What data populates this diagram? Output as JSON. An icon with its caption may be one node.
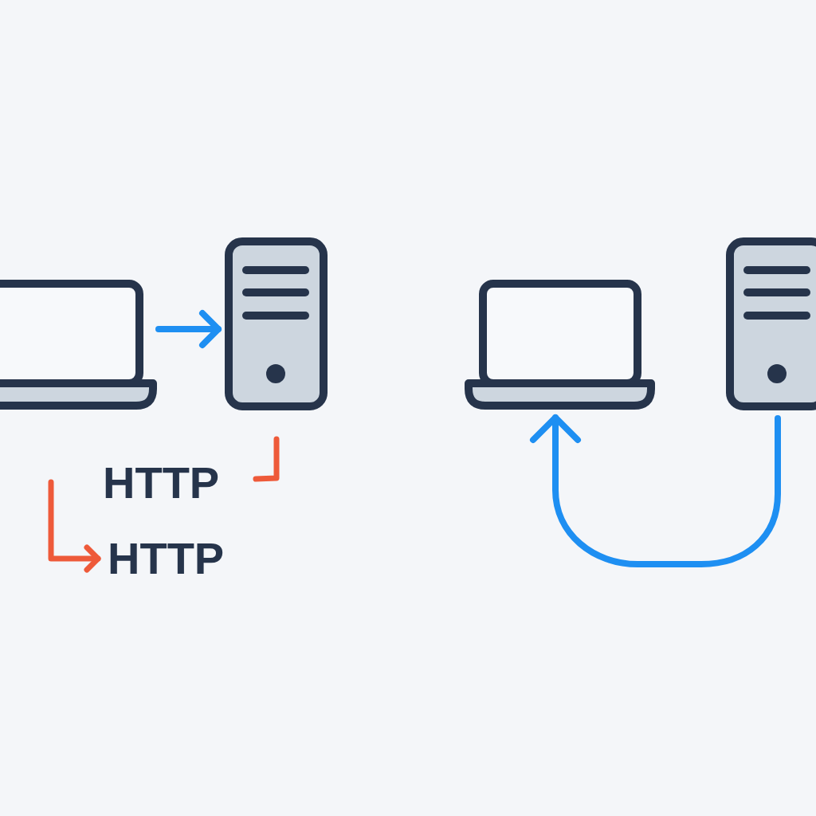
{
  "diagram": {
    "nodes": [
      {
        "text": [],
        "shape": "laptop"
      },
      {
        "text": [],
        "shape": "server"
      },
      {
        "text": [],
        "shape": "laptop"
      },
      {
        "text": [],
        "shape": "server"
      },
      {
        "text": [
          "HTTP"
        ]
      }
    ],
    "edges": [
      {
        "from": 0,
        "to": 1,
        "arrow": "to"
      },
      {
        "from": 3,
        "to": 2,
        "arrow": "to"
      },
      {
        "from": null,
        "to": 4,
        "arrow": "to",
        "color": "#ee5a3a"
      }
    ],
    "labels": [
      "HTTP"
    ]
  }
}
